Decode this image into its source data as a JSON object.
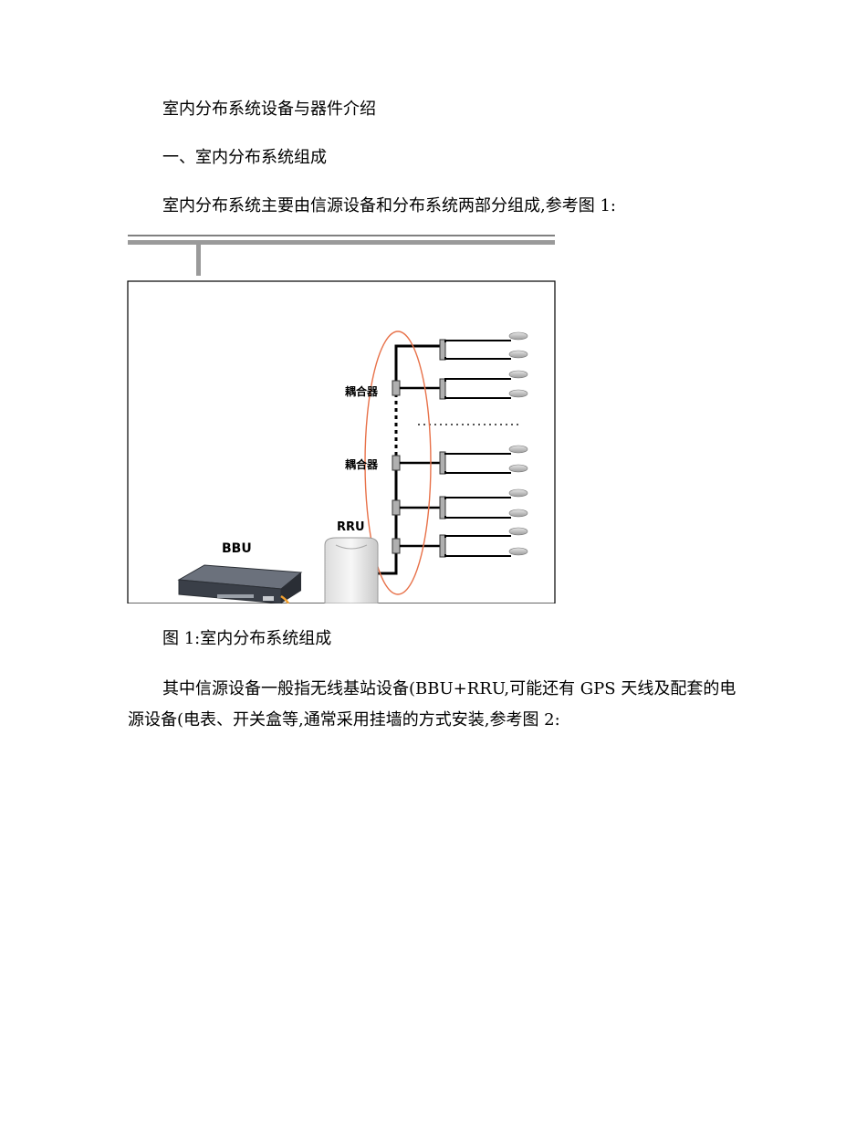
{
  "document": {
    "title": "室内分布系统设备与器件介绍",
    "section1_heading": "一、室内分布系统组成",
    "intro": "室内分布系统主要由信源设备和分布系统两部分组成,参考图 1:",
    "figure1": {
      "caption": "图 1:室内分布系统组成",
      "labels": {
        "coupler_top": "耦合器",
        "coupler_bottom": "耦合器",
        "rru": "RRU",
        "bbu": "BBU"
      },
      "colors": {
        "ellipse": "#e8724a",
        "cable": "#000000",
        "frame_bar": "#9a9a9a",
        "antenna": "#bfbfbf",
        "connector": "#b0b0b0",
        "bbu_body": "#3a3f48",
        "fiber": "#f0a030"
      }
    },
    "para_line1": "其中信源设备一般指无线基站设备(BBU+RRU,可能还有 GPS 天线及配套的电",
    "para_line2": "源设备(电表、开关盒等,通常采用挂墙的方式安装,参考图 2:"
  }
}
